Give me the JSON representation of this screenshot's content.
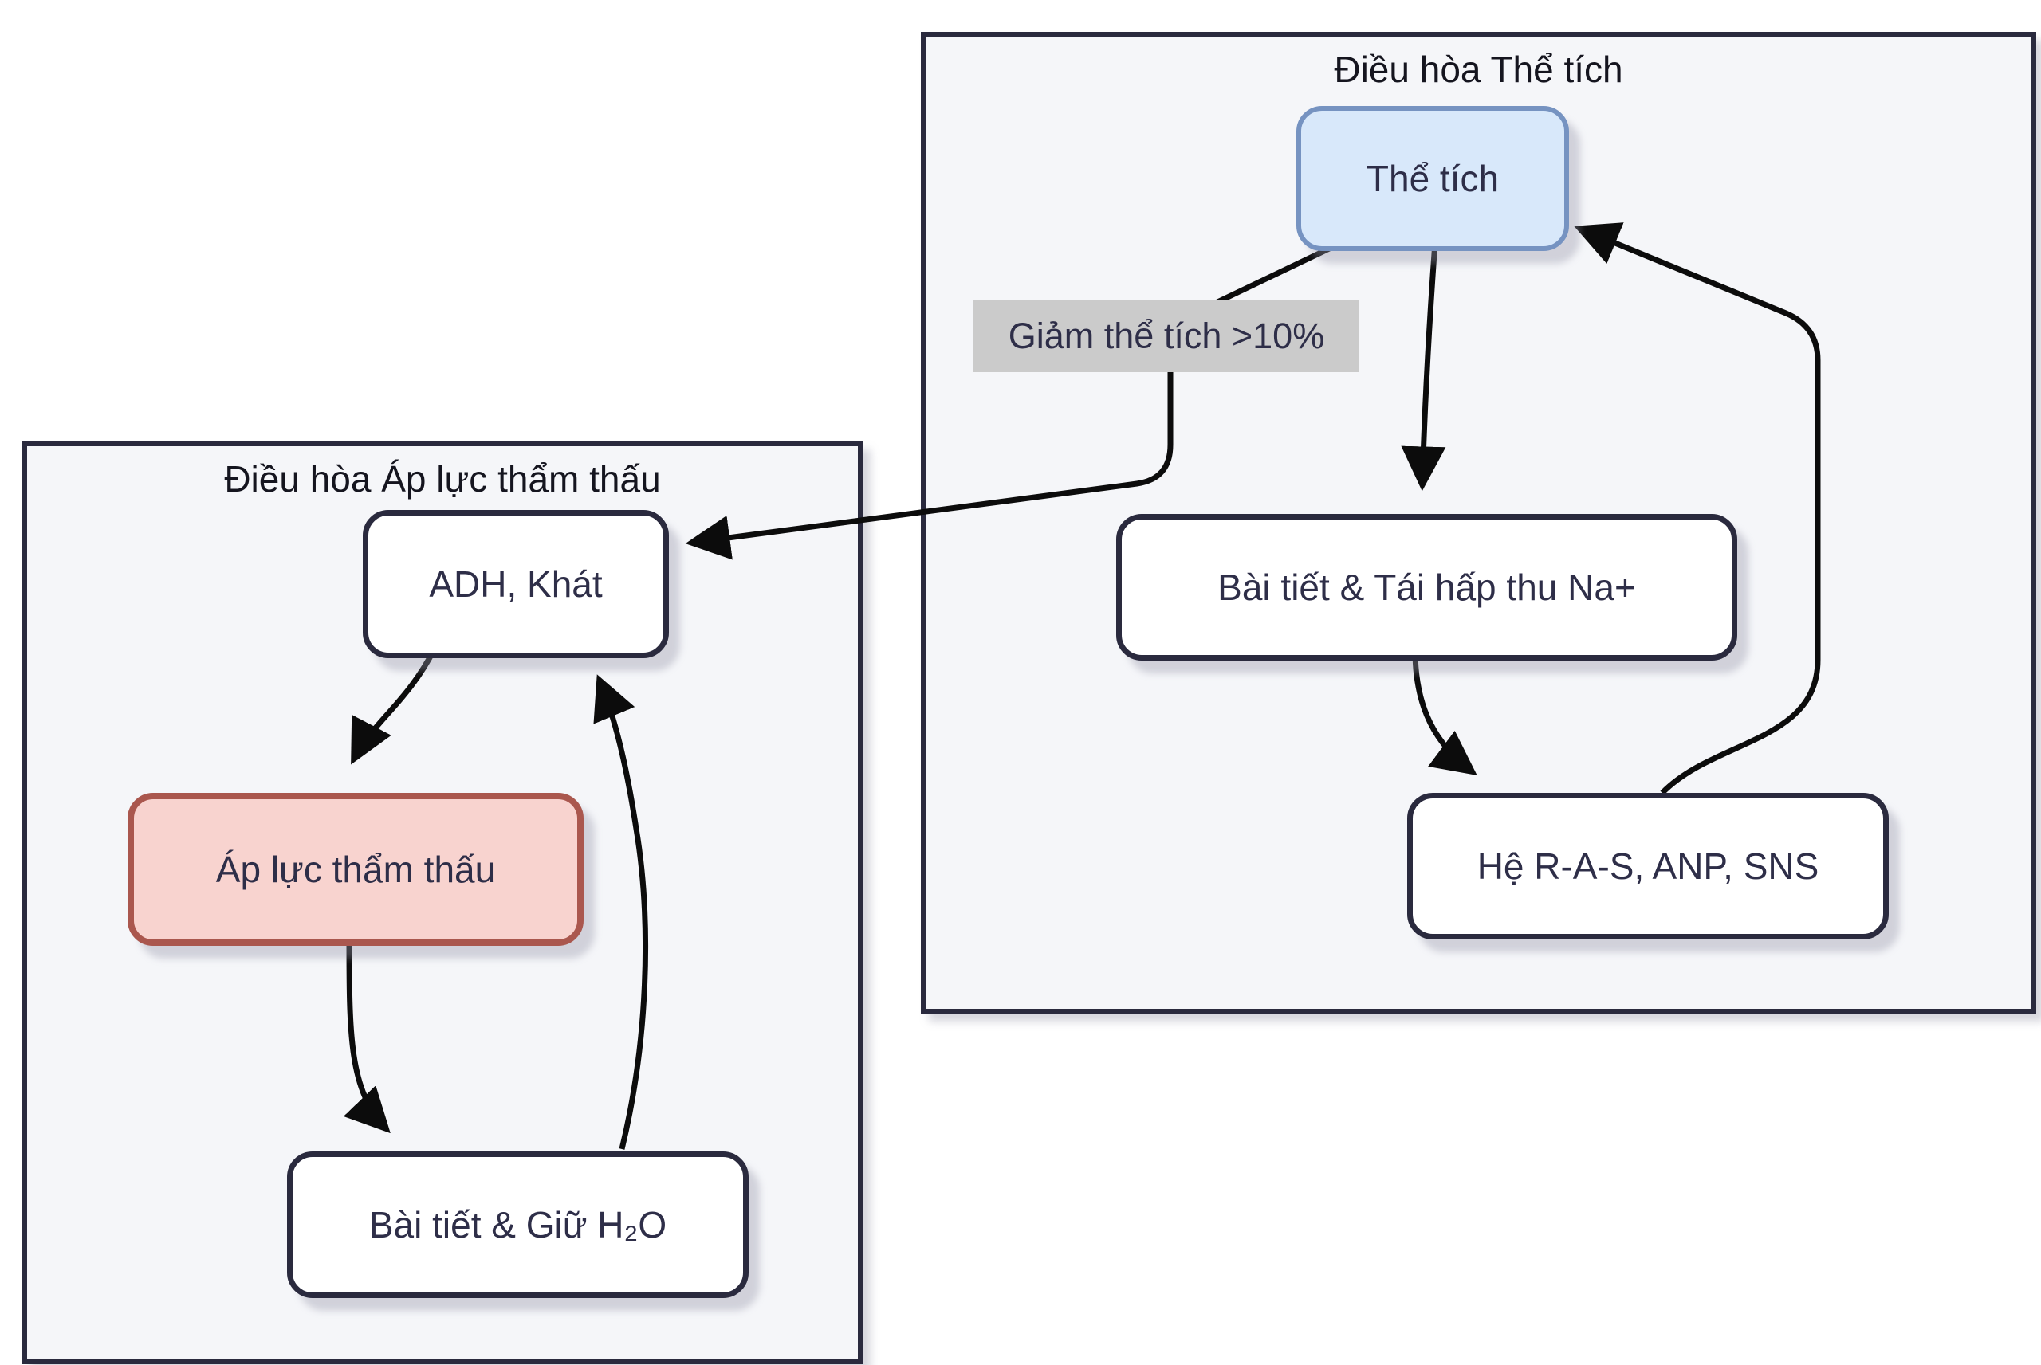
{
  "diagram_type": "flowchart",
  "subgraphs": {
    "volume": {
      "title": "Điều hòa Thể tích"
    },
    "osmotic": {
      "title": "Điều hòa Áp lực thẩm thấu"
    }
  },
  "nodes": {
    "the_tich": {
      "label": "Thể tích",
      "style": "highlight-blue"
    },
    "bai_tiet_na": {
      "label": "Bài tiết & Tái hấp thu Na+",
      "style": "default"
    },
    "he_ras": {
      "label": "Hệ R-A-S, ANP, SNS",
      "style": "default"
    },
    "adh_khat": {
      "label": "ADH, Khát",
      "style": "default"
    },
    "ap_luc": {
      "label": "Áp lực thẩm thấu",
      "style": "highlight-red"
    },
    "bai_tiet_h2o": {
      "label": "Bài tiết & Giữ H₂O",
      "style": "default"
    }
  },
  "edges": {
    "giam_the_tich": {
      "label": "Giảm thể tích >10%"
    }
  },
  "connections": [
    {
      "from": "the_tich",
      "to": "adh_khat",
      "label": "Giảm thể tích >10%"
    },
    {
      "from": "the_tich",
      "to": "bai_tiet_na",
      "label": ""
    },
    {
      "from": "bai_tiet_na",
      "to": "he_ras",
      "label": ""
    },
    {
      "from": "he_ras",
      "to": "the_tich",
      "label": ""
    },
    {
      "from": "adh_khat",
      "to": "ap_luc",
      "label": ""
    },
    {
      "from": "ap_luc",
      "to": "bai_tiet_h2o",
      "label": ""
    },
    {
      "from": "bai_tiet_h2o",
      "to": "adh_khat",
      "label": ""
    }
  ],
  "colors": {
    "node_border": "#2a2a3e",
    "node_fill": "#ffffff",
    "highlight_blue_fill": "#d8e8fa",
    "highlight_blue_border": "#7693c1",
    "highlight_red_fill": "#f8d3cf",
    "highlight_red_border": "#aa574e",
    "subgraph_fill": "#f5f6f9",
    "subgraph_border": "#2a2a3e",
    "edge_label_bg": "#cbcbcb",
    "text": "#2e2e48",
    "arrow": "#0c0c0c"
  }
}
